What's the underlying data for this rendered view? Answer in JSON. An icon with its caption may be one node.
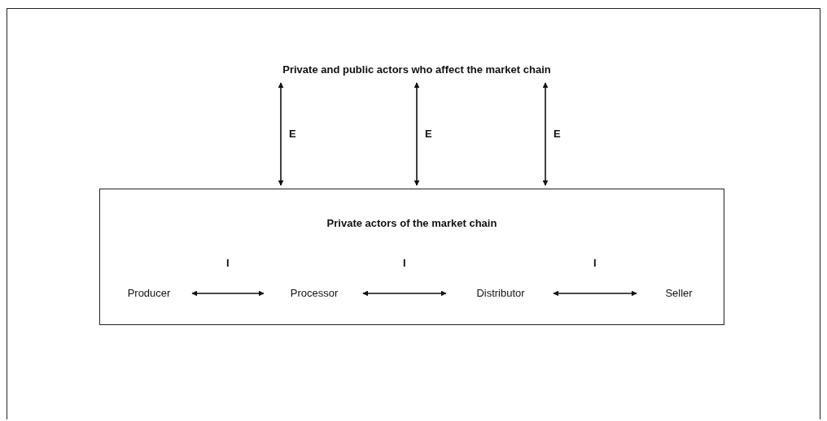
{
  "diagram": {
    "nodes": [
      {
        "text": [
          "Private and public actors who affect the market chain"
        ]
      },
      {
        "text": [
          "Private actors of the market chain"
        ]
      },
      {
        "text": [
          "Producer"
        ],
        "in": 1
      },
      {
        "text": [
          "Processor"
        ],
        "in": 1
      },
      {
        "text": [
          "Distributor"
        ],
        "in": 1
      },
      {
        "text": [
          "Seller"
        ],
        "in": 1
      }
    ],
    "edges": [
      {
        "from": 0,
        "to": 1,
        "arrow": "both",
        "label": "E"
      },
      {
        "from": 0,
        "to": 1,
        "arrow": "both",
        "label": "E"
      },
      {
        "from": 0,
        "to": 1,
        "arrow": "both",
        "label": "E"
      },
      {
        "from": 2,
        "to": 3,
        "arrow": "both",
        "label": "I"
      },
      {
        "from": 3,
        "to": 4,
        "arrow": "both",
        "label": "I"
      },
      {
        "from": 4,
        "to": 5,
        "arrow": "both",
        "label": "I"
      }
    ]
  }
}
